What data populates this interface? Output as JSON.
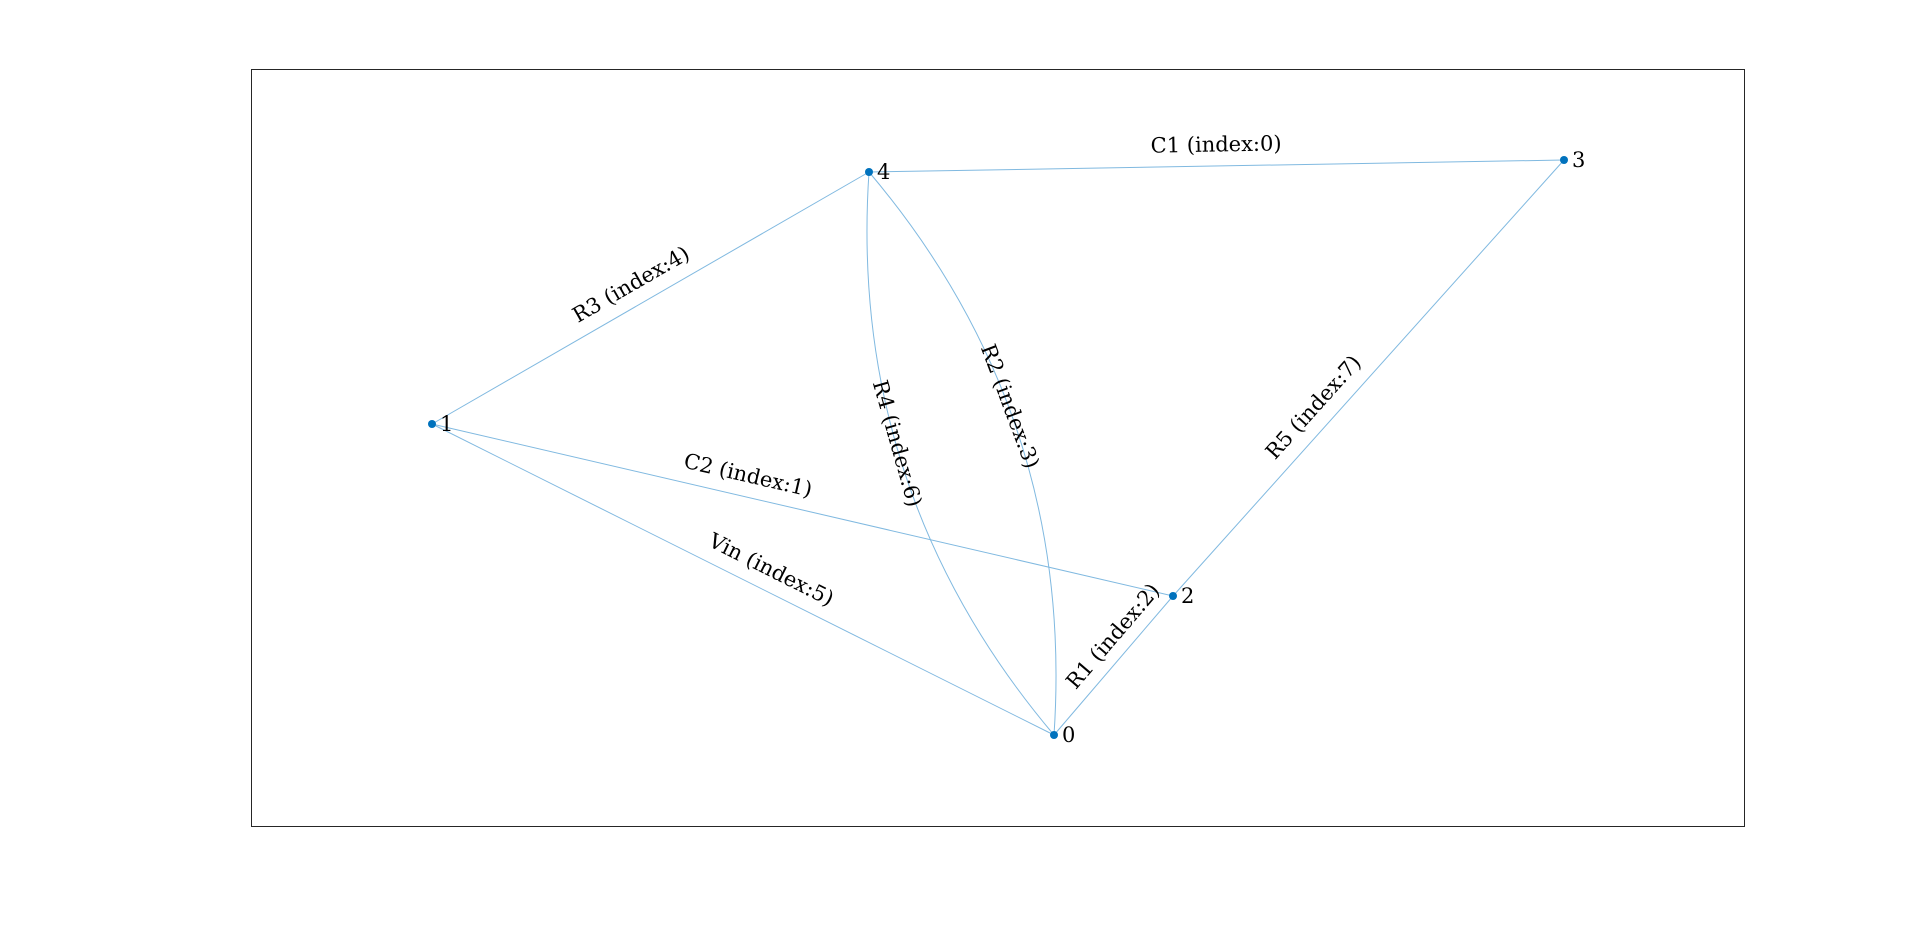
{
  "colors": {
    "node": "#0072bd",
    "edge": "#80b9e0",
    "frame": "#262626"
  },
  "graph": {
    "nodes": [
      {
        "id": "0",
        "label": "0"
      },
      {
        "id": "1",
        "label": "1"
      },
      {
        "id": "2",
        "label": "2"
      },
      {
        "id": "3",
        "label": "3"
      },
      {
        "id": "4",
        "label": "4"
      }
    ],
    "edges": [
      {
        "source": "4",
        "target": "3",
        "label": "C1 (index:0)"
      },
      {
        "source": "1",
        "target": "2",
        "label": "C2 (index:1)"
      },
      {
        "source": "0",
        "target": "2",
        "label": "R1 (index:2)"
      },
      {
        "source": "4",
        "target": "0",
        "label": "R2 (index:3)"
      },
      {
        "source": "1",
        "target": "4",
        "label": "R3 (index:4)"
      },
      {
        "source": "1",
        "target": "0",
        "label": "Vin (index:5)"
      },
      {
        "source": "4",
        "target": "0",
        "label": "R4 (index:6)"
      },
      {
        "source": "2",
        "target": "3",
        "label": "R5 (index:7)"
      }
    ]
  }
}
